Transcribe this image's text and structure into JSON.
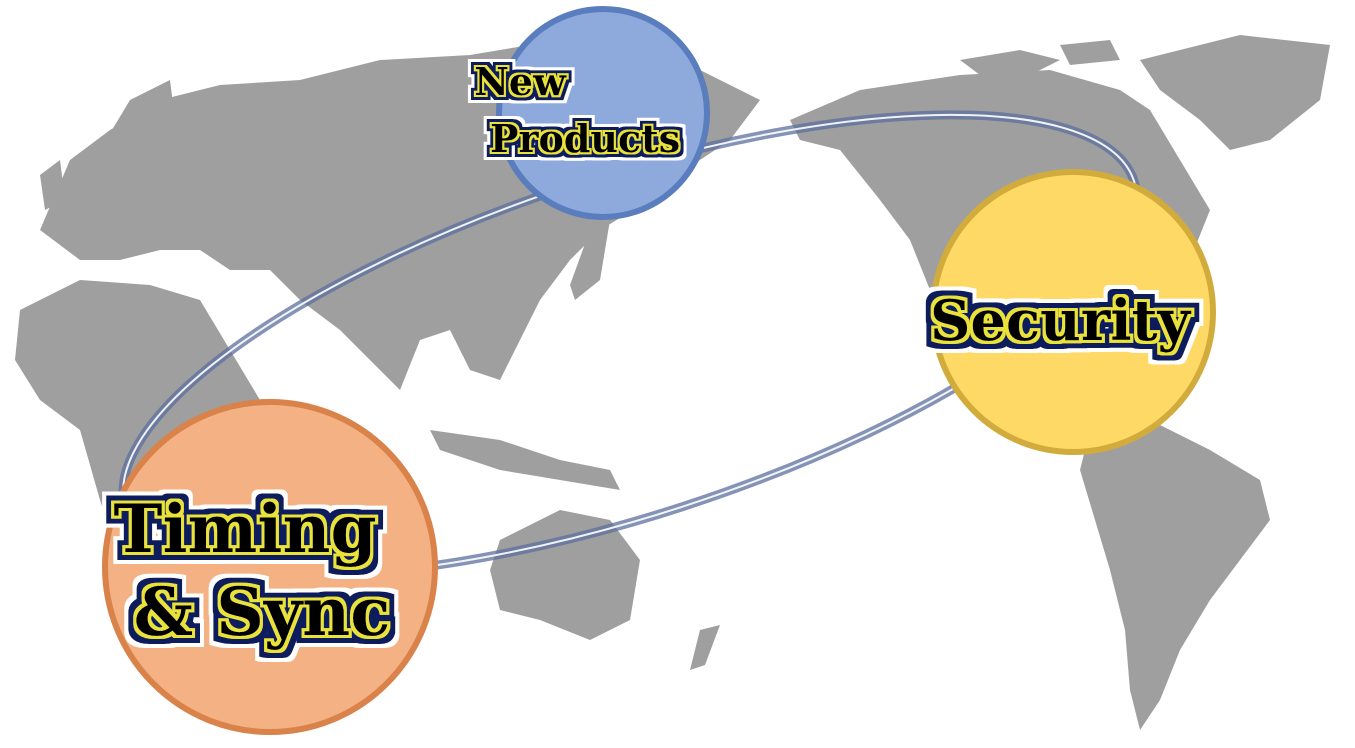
{
  "nodes": [
    {
      "id": "new-products",
      "lines": [
        "New",
        "Products"
      ],
      "fill": "#8EA9DB",
      "stroke": "#5A7DBE"
    },
    {
      "id": "security",
      "lines": [
        "Security"
      ],
      "fill": "#FFD966",
      "stroke": "#D1AC3C"
    },
    {
      "id": "timing-sync",
      "lines": [
        "Timing",
        "& Sync"
      ],
      "fill": "#F4B183",
      "stroke": "#D9824A"
    }
  ],
  "colors": {
    "map": "#9a9a9a",
    "ring": "#5b6f9e",
    "text_fill": "#000000",
    "text_outline": "#e8e23a",
    "text_shadow": "#0b1f5c"
  }
}
